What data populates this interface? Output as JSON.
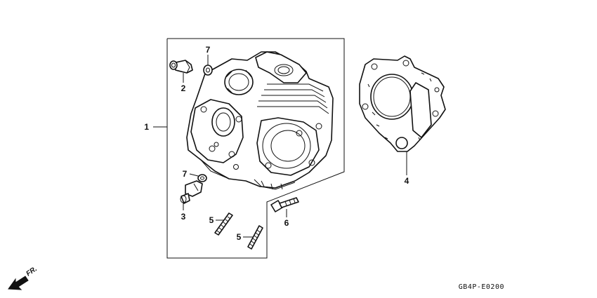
{
  "callouts": {
    "c1": "1",
    "c2": "2",
    "c3": "3",
    "c4": "4",
    "c5a": "5",
    "c5b": "5",
    "c6": "6",
    "c7a": "7",
    "c7b": "7"
  },
  "direction_marker": {
    "text": "FR.",
    "icon": "front-direction-arrow-icon"
  },
  "diagram_code": "GB4P-E0200",
  "colors": {
    "ink": "#111111",
    "paper": "#ffffff"
  }
}
